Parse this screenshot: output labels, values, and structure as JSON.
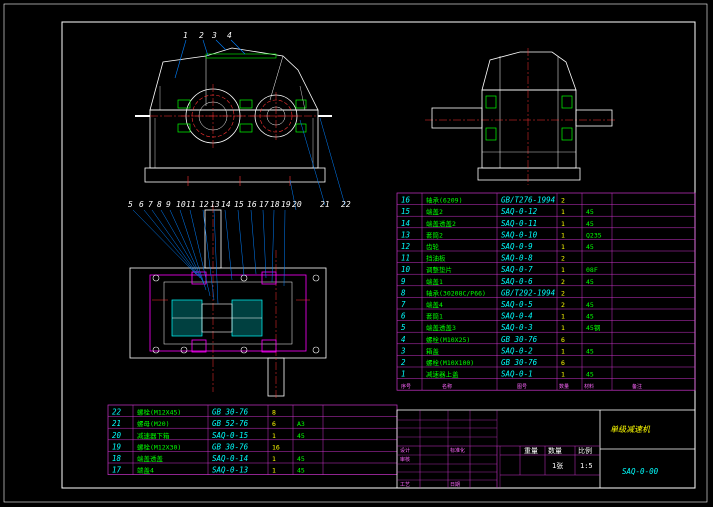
{
  "colors": {
    "background": "#000000",
    "frame": "#ffffff",
    "table": "#cc33cc",
    "part": "#ffffff",
    "section": "#ff00ff",
    "center": "#ff3333",
    "leader": "#0080ff",
    "dim": "#00ffff",
    "bearing": "#00ff00",
    "hatch": "#00ffff"
  },
  "top_leaders": [
    "1",
    "2",
    "3",
    "4"
  ],
  "mid_leaders": [
    "5",
    "6",
    "7",
    "8",
    "9",
    "10",
    "11",
    "12",
    "13",
    "14",
    "15",
    "16",
    "17",
    "18",
    "19",
    "20",
    "21",
    "22"
  ],
  "bom_upper": [
    {
      "no": "16",
      "name": "轴承(6209)",
      "code": "GB/T276-1994",
      "qty": "2",
      "mat": ""
    },
    {
      "no": "15",
      "name": "端盖2",
      "code": "SAQ-0-12",
      "qty": "1",
      "mat": "45"
    },
    {
      "no": "14",
      "name": "端盖透盖2",
      "code": "SAQ-0-11",
      "qty": "1",
      "mat": "45"
    },
    {
      "no": "13",
      "name": "套筒2",
      "code": "SAQ-0-10",
      "qty": "1",
      "mat": "Q235"
    },
    {
      "no": "12",
      "name": "齿轮",
      "code": "SAQ-0-9",
      "qty": "1",
      "mat": "45"
    },
    {
      "no": "11",
      "name": "挡油板",
      "code": "SAQ-0-8",
      "qty": "2",
      "mat": ""
    },
    {
      "no": "10",
      "name": "调整垫片",
      "code": "SAQ-0-7",
      "qty": "1",
      "mat": "08F"
    },
    {
      "no": "9",
      "name": "端盖1",
      "code": "SAQ-0-6",
      "qty": "2",
      "mat": "45"
    },
    {
      "no": "8",
      "name": "轴承(30208C/P66)",
      "code": "GB/T292-1994",
      "qty": "2",
      "mat": ""
    },
    {
      "no": "7",
      "name": "端盖4",
      "code": "SAQ-0-5",
      "qty": "2",
      "mat": "45"
    },
    {
      "no": "6",
      "name": "套筒1",
      "code": "SAQ-0-4",
      "qty": "1",
      "mat": "45"
    },
    {
      "no": "5",
      "name": "端盖透盖3",
      "code": "SAQ-0-3",
      "qty": "1",
      "mat": "45钢"
    },
    {
      "no": "4",
      "name": "螺栓(M10X25)",
      "code": "GB 30-76",
      "qty": "6",
      "mat": ""
    },
    {
      "no": "3",
      "name": "箱盖",
      "code": "SAQ-0-2",
      "qty": "1",
      "mat": "45"
    },
    {
      "no": "2",
      "name": "螺栓(M10X100)",
      "code": "GB 30-76",
      "qty": "6",
      "mat": ""
    },
    {
      "no": "1",
      "name": "减速器上盖",
      "code": "SAQ-0-1",
      "qty": "1",
      "mat": "45"
    }
  ],
  "bom_upper_header": {
    "no": "序号",
    "name": "名称",
    "code": "图号",
    "qty": "数量",
    "mat": "材料",
    "note": "备注"
  },
  "bom_lower": [
    {
      "no": "22",
      "name": "螺栓(M12X45)",
      "code": "GB 30-76",
      "qty": "8",
      "mat": ""
    },
    {
      "no": "21",
      "name": "螺母(M20)",
      "code": "GB 52-76",
      "qty": "6",
      "mat": "A3"
    },
    {
      "no": "20",
      "name": "减速器下箱",
      "code": "SAQ-0-15",
      "qty": "1",
      "mat": "45"
    },
    {
      "no": "19",
      "name": "螺栓(M12X30)",
      "code": "GB 30-76",
      "qty": "16",
      "mat": ""
    },
    {
      "no": "18",
      "name": "端盖透盖",
      "code": "SAQ-0-14",
      "qty": "1",
      "mat": "45"
    },
    {
      "no": "17",
      "name": "端盖4",
      "code": "SAQ-0-13",
      "qty": "1",
      "mat": "45"
    }
  ],
  "title_block": {
    "title": "单级减速机",
    "drawing_no": "SAQ-0-00",
    "scale": "1:5",
    "sheet": "1张",
    "scale_h": "比例",
    "qty_h": "数量",
    "weight_h": "重量",
    "design": "设计",
    "check": "审核",
    "approve": "工艺",
    "standard": "标准化",
    "date": "日期"
  }
}
